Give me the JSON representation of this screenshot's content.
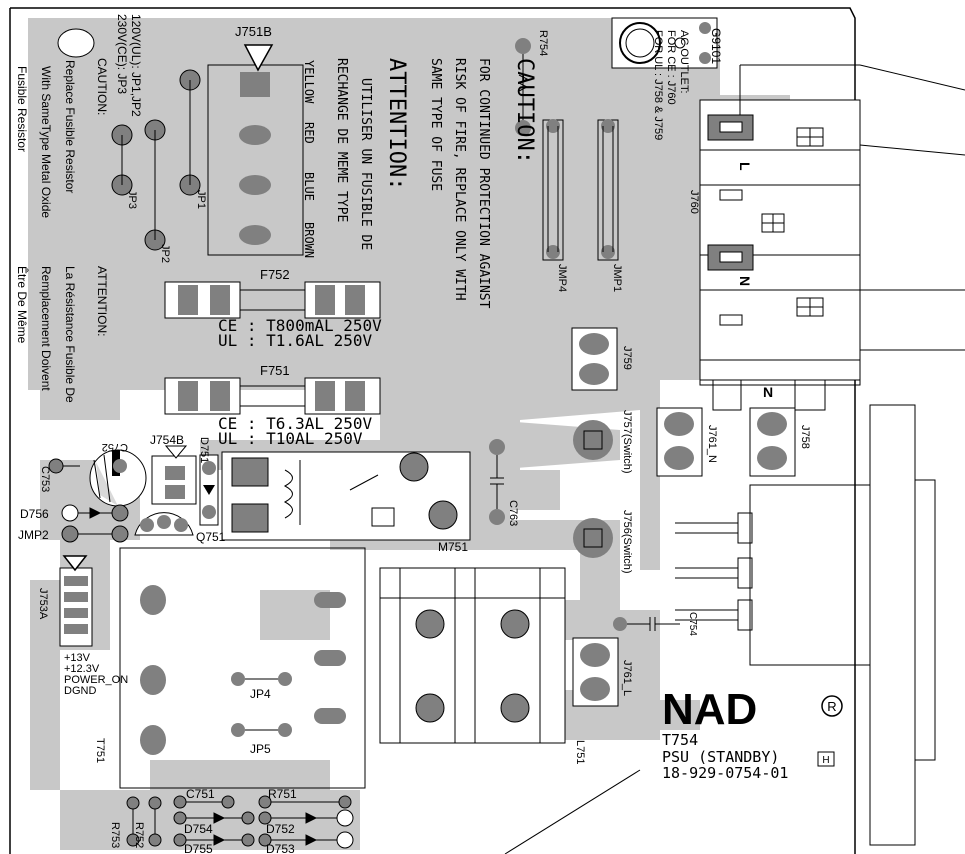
{
  "board": {
    "brand": "NAD",
    "model": "T754",
    "description": "PSU (STANDBY)",
    "part_number": "18-929-0754-01",
    "registered_mark": "R",
    "rev_mark": "H"
  },
  "labels": {
    "g9101": "G9101",
    "ac_outlet_1": "AC OUTLET:",
    "ac_outlet_2": "FOR CE : J760",
    "ac_outlet_3": "FOR UL : J758 & J759",
    "r754": "R754",
    "j751b": "J751B",
    "wire_yellow": "YELLOW",
    "wire_red": "RED",
    "wire_blue": "BLUE",
    "wire_brown": "BROWN",
    "jumper_1": "120V(UL): JP1,JP2",
    "jumper_2": "230V(CE): JP3",
    "jumper_caution": "CAUTION:",
    "jumper_c1": "Replace Fusible Resistor",
    "jumper_c2": "With SameType Metal Oxide",
    "jumper_c3": "Fusible Resistor",
    "jp1": "JP1",
    "jp2": "JP2",
    "jp3": "JP3",
    "fr_att_1": "UTILISER UN FUSIBLE DE",
    "fr_att_2": "RECHANGE DE MEME TYPE",
    "fr_attention": "ATTENTION:",
    "en_caution": "CAUTION:",
    "en_c1": "FOR CONTINUED PROTECTION AGAINST",
    "en_c2": "RISK OF FIRE, REPLACE ONLY WITH",
    "en_c3": "SAME TYPE OF FUSE",
    "fr_r_att": "ATTENTION:",
    "fr_r1": "La Résistance Fusible De",
    "fr_r2": "Remplacement Doivent",
    "fr_r3": "Être De Même",
    "jmp4": "JMP4",
    "jmp1": "JMP1",
    "j760": "J760",
    "conn_l": "L",
    "conn_n": "N",
    "f752": "F752",
    "f752_ce": "CE : T800mAL 250V",
    "f752_ul": "UL : T1.6AL 250V",
    "f751": "F751",
    "f751_ce": "CE : T6.3AL 250V",
    "f751_ul": "UL : T10AL 250V",
    "j759": "J759",
    "j757": "J757(Switch)",
    "j761n": "J761_N",
    "j758_n": "N",
    "j758": "J758",
    "j756": "J756(Switch)",
    "c754": "C754",
    "j761l": "J761_L",
    "c752": "C752",
    "j754b": "J754B",
    "d751": "D751",
    "c753": "C753",
    "d756": "D756",
    "jmp2": "JMP2",
    "q751": "Q751",
    "c763": "C763",
    "m751": "M751",
    "j753a": "J753A",
    "pin_1": "+13V",
    "pin_2": "+12.3V",
    "pin_3": "POWER_ON",
    "pin_4": "DGND",
    "t751": "T751",
    "jp4": "JP4",
    "jp5": "JP5",
    "l751": "L751",
    "c751": "C751",
    "r751": "R751",
    "d754": "D754",
    "d752": "D752",
    "d755": "D755",
    "d753": "D753",
    "r753": "R753",
    "r752": "R752"
  },
  "colors": {
    "trace": "#c8c8c8",
    "pad": "#808080",
    "ink": "#000000",
    "board": "#ffffff"
  }
}
